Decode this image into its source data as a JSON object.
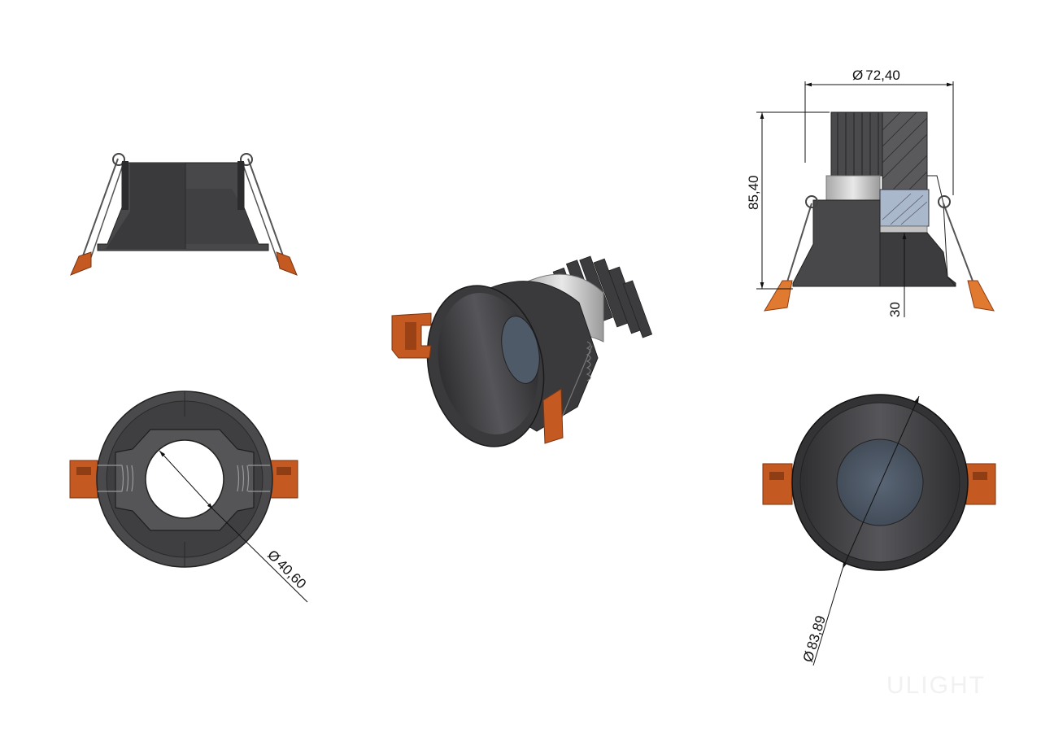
{
  "dimensions": {
    "diameter_top": "72,40",
    "height": "85,40",
    "cutout_depth": "30",
    "inner_diameter": "40,60",
    "outer_diameter": "83,89"
  },
  "symbols": {
    "diameter": "Ø"
  },
  "watermark": "ULIGHT",
  "colors": {
    "body": "#4a4a4c",
    "body_dark": "#2c2c2e",
    "body_light": "#6a6a6c",
    "bracket": "#c45a22",
    "bracket_dark": "#8e3d14",
    "lens": "#4f5a68",
    "silver": "#cfcfcf"
  }
}
